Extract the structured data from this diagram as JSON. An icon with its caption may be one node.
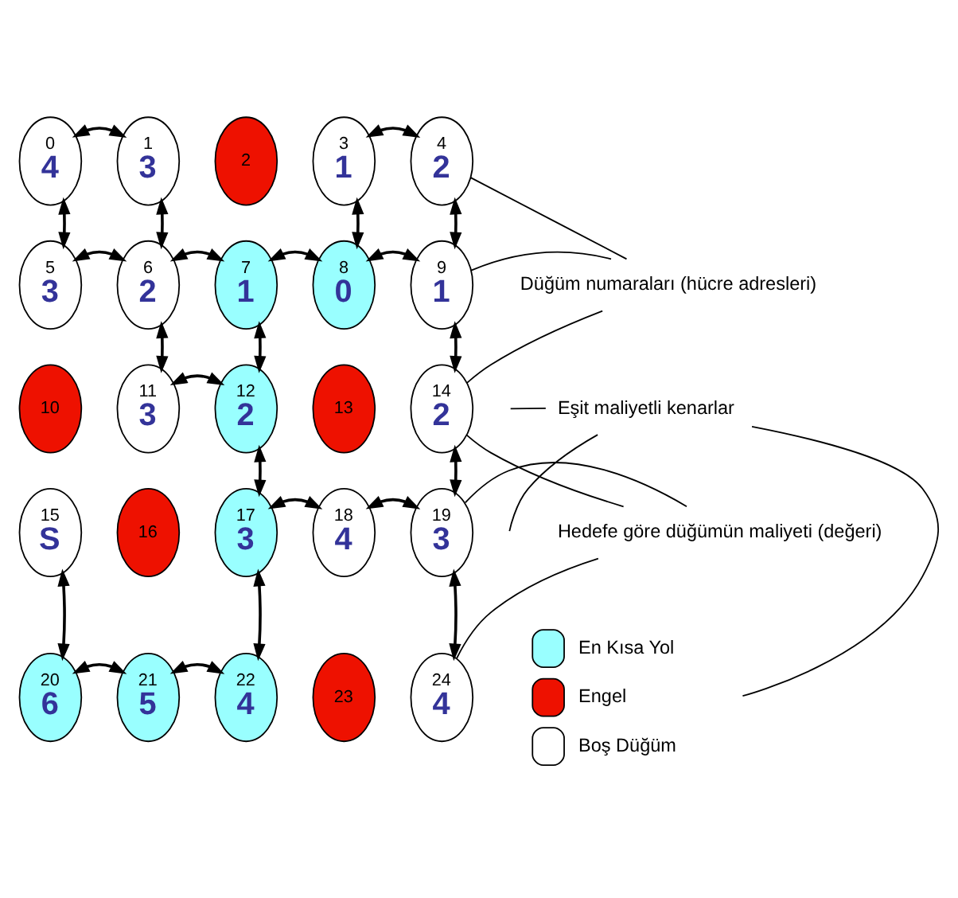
{
  "diagram": {
    "nodes": [
      {
        "text": [
          "0",
          "4"
        ]
      },
      {
        "text": [
          "1",
          "3"
        ]
      },
      {
        "text": [
          "2"
        ]
      },
      {
        "text": [
          "3",
          "1"
        ]
      },
      {
        "text": [
          "4",
          "2"
        ]
      },
      {
        "text": [
          "5",
          "3"
        ]
      },
      {
        "text": [
          "6",
          "2"
        ]
      },
      {
        "text": [
          "7",
          "1"
        ]
      },
      {
        "text": [
          "8",
          "0"
        ]
      },
      {
        "text": [
          "9",
          "1"
        ]
      },
      {
        "text": [
          "10"
        ]
      },
      {
        "text": [
          "11",
          "3"
        ]
      },
      {
        "text": [
          "12",
          "2"
        ]
      },
      {
        "text": [
          "13"
        ]
      },
      {
        "text": [
          "14",
          "2"
        ]
      },
      {
        "text": [
          "15",
          "S"
        ]
      },
      {
        "text": [
          "16"
        ]
      },
      {
        "text": [
          "17",
          "3"
        ]
      },
      {
        "text": [
          "18",
          "4"
        ]
      },
      {
        "text": [
          "19",
          "3"
        ]
      },
      {
        "text": [
          "20",
          "6"
        ]
      },
      {
        "text": [
          "21",
          "5"
        ]
      },
      {
        "text": [
          "22",
          "4"
        ]
      },
      {
        "text": [
          "23"
        ]
      },
      {
        "text": [
          "24",
          "4"
        ]
      },
      {
        "text": [
          "Düğüm numaraları (hücre adresleri)"
        ]
      },
      {
        "text": [
          "Eşit maliyetli kenarlar"
        ]
      },
      {
        "text": [
          "Hedefe göre düğümün maliyeti (değeri)"
        ]
      }
    ],
    "edges": [
      {
        "from": 0,
        "to": 1,
        "arrow": "both"
      },
      {
        "from": 3,
        "to": 4,
        "arrow": "both"
      },
      {
        "from": 0,
        "to": 5,
        "arrow": "both"
      },
      {
        "from": 1,
        "to": 6,
        "arrow": "both"
      },
      {
        "from": 3,
        "to": 8,
        "arrow": "both"
      },
      {
        "from": 4,
        "to": 9,
        "arrow": "both"
      },
      {
        "from": 5,
        "to": 6,
        "arrow": "both"
      },
      {
        "from": 6,
        "to": 7,
        "arrow": "both"
      },
      {
        "from": 7,
        "to": 8,
        "arrow": "both"
      },
      {
        "from": 8,
        "to": 9,
        "arrow": "both"
      },
      {
        "from": 6,
        "to": 11,
        "arrow": "both"
      },
      {
        "from": 7,
        "to": 12,
        "arrow": "both"
      },
      {
        "from": 9,
        "to": 14,
        "arrow": "both"
      },
      {
        "from": 11,
        "to": 12,
        "arrow": "both"
      },
      {
        "from": 12,
        "to": 17,
        "arrow": "both"
      },
      {
        "from": 14,
        "to": 19,
        "arrow": "both"
      },
      {
        "from": 15,
        "to": 20,
        "arrow": "both"
      },
      {
        "from": 17,
        "to": 18,
        "arrow": "both"
      },
      {
        "from": 18,
        "to": 19,
        "arrow": "both"
      },
      {
        "from": 17,
        "to": 22,
        "arrow": "both"
      },
      {
        "from": 19,
        "to": 24,
        "arrow": "both"
      },
      {
        "from": 20,
        "to": 21,
        "arrow": "both"
      },
      {
        "from": 21,
        "to": 22,
        "arrow": "both"
      },
      {
        "from": 25,
        "to": 4,
        "arrow": "none"
      },
      {
        "from": 25,
        "to": 9,
        "arrow": "none"
      },
      {
        "from": 25,
        "to": 14,
        "arrow": "none"
      },
      {
        "from": 26,
        "to": null,
        "arrow": "none"
      },
      {
        "from": 26,
        "to": null,
        "arrow": "none"
      },
      {
        "from": 26,
        "to": null,
        "arrow": "none"
      },
      {
        "from": 27,
        "to": 14,
        "arrow": "none"
      },
      {
        "from": 27,
        "to": 19,
        "arrow": "none"
      },
      {
        "from": 27,
        "to": 24,
        "arrow": "none"
      }
    ],
    "legend": [
      {
        "text": "En Kısa Yol",
        "color": "#99ffff"
      },
      {
        "text": "Engel",
        "color": "#ee1100"
      },
      {
        "text": "Boş Düğüm",
        "color": "#ffffff"
      }
    ]
  }
}
